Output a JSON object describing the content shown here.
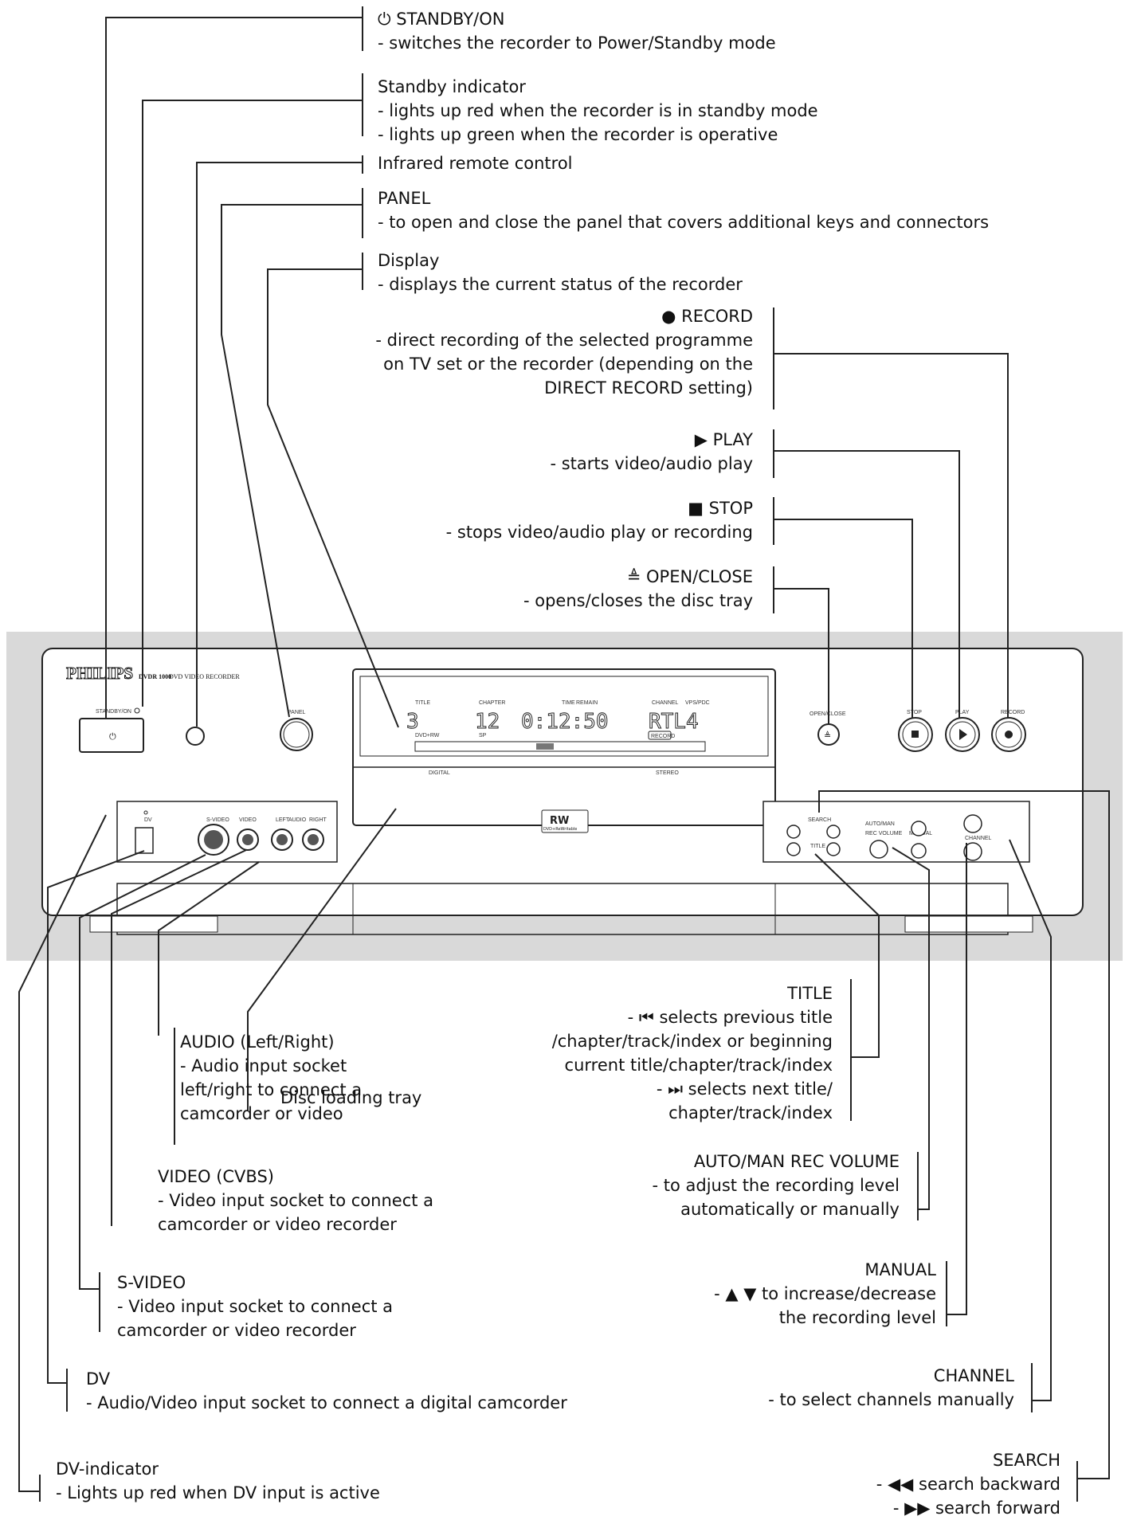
{
  "device": {
    "brand": "PHILIPS",
    "model": "DVDR 1000",
    "model_desc": "DVD VIDEO RECORDER",
    "panel_text": {
      "standby_on": "STANDBY/ON",
      "panel": "PANEL",
      "open_close": "OPEN/CLOSE",
      "stop": "STOP",
      "play": "PLAY",
      "record": "RECORD",
      "dv": "DV",
      "s_video": "S-VIDEO",
      "video": "VIDEO",
      "left": "LEFT",
      "audio": "AUDIO",
      "right": "RIGHT",
      "search": "SEARCH",
      "title": "TITLE",
      "auto_man": "AUTO/MAN",
      "rec_volume": "REC VOLUME",
      "manual": "MANUAL",
      "channel": "CHANNEL",
      "rw_logo": "RW",
      "rw_sub": "DVD+ReWritable"
    },
    "display": {
      "title_label": "TITLE",
      "title_value": "3",
      "chapter_label": "CHAPTER",
      "chapter_value": "12",
      "time_label": "TIME",
      "remain_label": "REMAIN",
      "time_value": "0:12:50",
      "channel_label": "CHANNEL",
      "vps_label": "VPS/PDC",
      "channel_value": "RTL4",
      "dvd_rw": "DVD+RW",
      "sp": "SP",
      "record_badge": "RECORD",
      "digital": "DIGITAL",
      "stereo": "STEREO"
    }
  },
  "callouts_top": [
    {
      "title": "⏻ STANDBY/ON",
      "desc": [
        "- switches the recorder to Power/Standby mode"
      ]
    },
    {
      "title": "Standby indicator",
      "desc": [
        "- lights up red when the recorder is in standby mode",
        "- lights up green when the recorder is operative"
      ]
    },
    {
      "title": "Infrared remote control",
      "desc": []
    },
    {
      "title": "PANEL",
      "desc": [
        "- to open and close the panel that covers additional keys and connectors"
      ]
    },
    {
      "title": "Display",
      "desc": [
        "- displays the current status of the recorder"
      ]
    }
  ],
  "callouts_right_top": [
    {
      "title": "● RECORD",
      "desc": [
        "- direct recording of the selected programme",
        "on TV set or the recorder (depending on the",
        "DIRECT RECORD setting)"
      ]
    },
    {
      "title": "▶ PLAY",
      "desc": [
        "- starts video/audio play"
      ]
    },
    {
      "title": "■ STOP",
      "desc": [
        "- stops video/audio play or recording"
      ]
    },
    {
      "title": "≜ OPEN/CLOSE",
      "desc": [
        "- opens/closes the disc tray"
      ]
    }
  ],
  "callouts_bottom_left": [
    {
      "title": "Disc loading tray",
      "desc": []
    },
    {
      "title": "AUDIO (Left/Right)",
      "desc": [
        "- Audio input socket",
        "left/right to connect a",
        "camcorder or video"
      ]
    },
    {
      "title": "VIDEO (CVBS)",
      "desc": [
        "- Video input socket to connect a",
        "camcorder or video recorder"
      ]
    },
    {
      "title": "S-VIDEO",
      "desc": [
        "- Video input socket to connect a",
        "camcorder or video recorder"
      ]
    },
    {
      "title": "DV",
      "desc": [
        "- Audio/Video input socket to connect a digital camcorder"
      ]
    },
    {
      "title": "DV-indicator",
      "desc": [
        "- Lights up red when DV input is active"
      ]
    }
  ],
  "callouts_bottom_right": [
    {
      "title": "TITLE",
      "desc": [
        "- ⏮ selects previous title",
        "/chapter/track/index or beginning",
        "current title/chapter/track/index",
        "- ⏭ selects next title/",
        "chapter/track/index"
      ]
    },
    {
      "title": "AUTO/MAN REC VOLUME",
      "desc": [
        "- to adjust the recording level",
        "automatically or manually"
      ]
    },
    {
      "title": "MANUAL",
      "desc": [
        "- ▲ ▼ to increase/decrease",
        "the recording level"
      ]
    },
    {
      "title": "CHANNEL",
      "desc": [
        "- to select channels manually"
      ]
    },
    {
      "title": "SEARCH",
      "desc": [
        "- ◀◀ search backward",
        "- ▶▶ search forward"
      ]
    }
  ]
}
